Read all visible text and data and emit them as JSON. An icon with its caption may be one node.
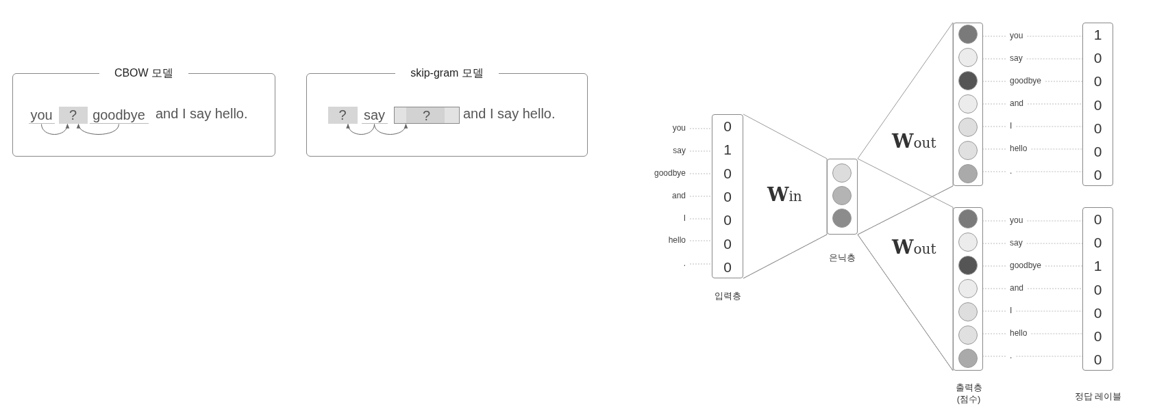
{
  "diagram": {
    "nodes": [
      {
        "text": [
          "CBOW 모델",
          "and I say hello."
        ]
      },
      {
        "text": [
          "you"
        ],
        "in": 0
      },
      {
        "text": [
          "?"
        ],
        "in": 0
      },
      {
        "text": [
          "goodbye"
        ],
        "in": 0
      },
      {
        "text": [
          "skip-gram 모델",
          "and I say hello."
        ]
      },
      {
        "text": [
          "?"
        ],
        "in": 4
      },
      {
        "text": [
          "say"
        ],
        "in": 4
      },
      {
        "text": [
          "?"
        ],
        "in": 4
      },
      {
        "text": [
          "0",
          "1",
          "0",
          "0",
          "0",
          "0",
          "0"
        ],
        "beside": [
          "입력층"
        ]
      },
      {
        "text": [],
        "shape": "box",
        "beside": [
          "은닉층"
        ]
      },
      {
        "text": [],
        "shape": "box"
      },
      {
        "text": [],
        "shape": "box",
        "beside": [
          "출력층 (점수)"
        ]
      },
      {
        "text": [
          "1",
          "0",
          "0",
          "0",
          "0",
          "0",
          "0"
        ]
      },
      {
        "text": [
          "0",
          "0",
          "1",
          "0",
          "0",
          "0",
          "0"
        ],
        "beside": [
          "정답 레이블"
        ]
      },
      {
        "text": [
          "you"
        ]
      },
      {
        "text": [
          "say"
        ]
      },
      {
        "text": [
          "goodbye"
        ]
      },
      {
        "text": [
          "and"
        ]
      },
      {
        "text": [
          "I"
        ]
      },
      {
        "text": [
          "hello"
        ]
      },
      {
        "text": [
          "."
        ]
      },
      {
        "text": [
          "you"
        ]
      },
      {
        "text": [
          "say"
        ]
      },
      {
        "text": [
          "goodbye"
        ]
      },
      {
        "text": [
          "and"
        ]
      },
      {
        "text": [
          "I"
        ]
      },
      {
        "text": [
          "hello"
        ]
      },
      {
        "text": [
          "."
        ]
      },
      {
        "text": [
          "you"
        ]
      },
      {
        "text": [
          "say"
        ]
      },
      {
        "text": [
          "goodbye"
        ]
      },
      {
        "text": [
          "and"
        ]
      },
      {
        "text": [
          "I"
        ]
      },
      {
        "text": [
          "hello"
        ]
      },
      {
        "text": [
          "."
        ]
      }
    ],
    "edges": [
      {
        "from": 1,
        "to": 2,
        "arrow": "to"
      },
      {
        "from": 3,
        "to": 2,
        "arrow": "to"
      },
      {
        "from": 6,
        "to": 5,
        "arrow": "to"
      },
      {
        "from": 6,
        "to": 7,
        "arrow": "to"
      },
      {
        "from": 8,
        "to": 9,
        "arrow": "none",
        "label": "**W**in"
      },
      {
        "from": 9,
        "to": 10,
        "arrow": "none",
        "label": "**W**out"
      },
      {
        "from": 9,
        "to": 11,
        "arrow": "none",
        "label": "**W**out"
      },
      {
        "from": 14,
        "to": 10,
        "arrow": "none",
        "style": "dashed"
      },
      {
        "from": 14,
        "to": 12,
        "arrow": "none",
        "style": "dashed"
      },
      {
        "from": 15,
        "to": 10,
        "arrow": "none",
        "style": "dashed"
      },
      {
        "from": 15,
        "to": 12,
        "arrow": "none",
        "style": "dashed"
      },
      {
        "from": 16,
        "to": 10,
        "arrow": "none",
        "style": "dashed"
      },
      {
        "from": 16,
        "to": 12,
        "arrow": "none",
        "style": "dashed"
      },
      {
        "from": 17,
        "to": 10,
        "arrow": "none",
        "style": "dashed"
      },
      {
        "from": 17,
        "to": 12,
        "arrow": "none",
        "style": "dashed"
      },
      {
        "from": 18,
        "to": 10,
        "arrow": "none",
        "style": "dashed"
      },
      {
        "from": 18,
        "to": 12,
        "arrow": "none",
        "style": "dashed"
      },
      {
        "from": 19,
        "to": 10,
        "arrow": "none",
        "style": "dashed"
      },
      {
        "from": 19,
        "to": 12,
        "arrow": "none",
        "style": "dashed"
      },
      {
        "from": 20,
        "to": 10,
        "arrow": "none",
        "style": "dashed"
      },
      {
        "from": 20,
        "to": 12,
        "arrow": "none",
        "style": "dashed"
      },
      {
        "from": 21,
        "to": 8,
        "arrow": "none",
        "style": "dashed"
      },
      {
        "from": 22,
        "to": 8,
        "arrow": "none",
        "style": "dashed"
      },
      {
        "from": 23,
        "to": 8,
        "arrow": "none",
        "style": "dashed"
      },
      {
        "from": 24,
        "to": 8,
        "arrow": "none",
        "style": "dashed"
      },
      {
        "from": 25,
        "to": 8,
        "arrow": "none",
        "style": "dashed"
      },
      {
        "from": 26,
        "to": 8,
        "arrow": "none",
        "style": "dashed"
      },
      {
        "from": 27,
        "to": 8,
        "arrow": "none",
        "style": "dashed"
      },
      {
        "from": 28,
        "to": 11,
        "arrow": "none",
        "style": "dashed"
      },
      {
        "from": 28,
        "to": 13,
        "arrow": "none",
        "style": "dashed"
      },
      {
        "from": 29,
        "to": 11,
        "arrow": "none",
        "style": "dashed"
      },
      {
        "from": 29,
        "to": 13,
        "arrow": "none",
        "style": "dashed"
      },
      {
        "from": 30,
        "to": 11,
        "arrow": "none",
        "style": "dashed"
      },
      {
        "from": 30,
        "to": 13,
        "arrow": "none",
        "style": "dashed"
      },
      {
        "from": 31,
        "to": 11,
        "arrow": "none",
        "style": "dashed"
      },
      {
        "from": 31,
        "to": 13,
        "arrow": "none",
        "style": "dashed"
      },
      {
        "from": 32,
        "to": 11,
        "arrow": "none",
        "style": "dashed"
      },
      {
        "from": 32,
        "to": 13,
        "arrow": "none",
        "style": "dashed"
      },
      {
        "from": 33,
        "to": 11,
        "arrow": "none",
        "style": "dashed"
      },
      {
        "from": 33,
        "to": 13,
        "arrow": "none",
        "style": "dashed"
      },
      {
        "from": 34,
        "to": 11,
        "arrow": "none",
        "style": "dashed"
      },
      {
        "from": 34,
        "to": 13,
        "arrow": "none",
        "style": "dashed"
      }
    ]
  }
}
